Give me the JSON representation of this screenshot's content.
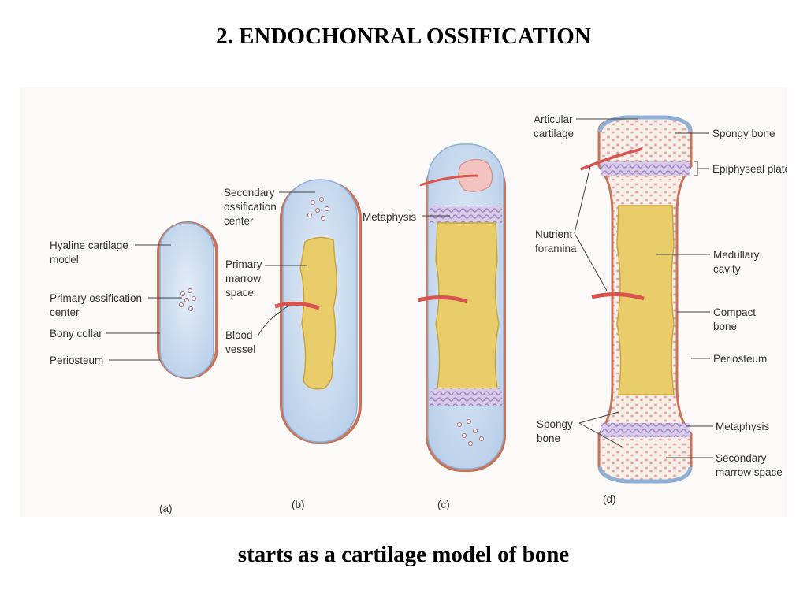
{
  "title": "2. ENDOCHONRAL OSSIFICATION",
  "caption": "starts as a cartilage model of bone",
  "colors": {
    "cartilage": "#c9daee",
    "cartilage_edge": "#8fb0d6",
    "periosteum": "#c9745a",
    "marrow": "#e8cd6a",
    "marrow_edge": "#c9a73d",
    "vessel": "#d9534f",
    "plate": "#b9a3d6",
    "spongy": "#e8b9b4"
  },
  "panels": {
    "a": {
      "label": "(a)",
      "hyaline_1": "Hyaline cartilage",
      "hyaline_2": "model",
      "primary_center_1": "Primary ossification",
      "primary_center_2": "center",
      "bony_collar": "Bony collar",
      "periosteum": "Periosteum"
    },
    "b": {
      "label": "(b)",
      "secondary_1": "Secondary",
      "secondary_2": "ossification",
      "secondary_3": "center",
      "marrow_1": "Primary",
      "marrow_2": "marrow",
      "marrow_3": "space",
      "vessel_1": "Blood",
      "vessel_2": "vessel"
    },
    "c": {
      "label": "(c)",
      "metaphysis": "Metaphysis"
    },
    "d": {
      "label": "(d)",
      "articular_1": "Articular",
      "articular_2": "cartilage",
      "spongy_top": "Spongy bone",
      "epiphyseal": "Epiphyseal plate",
      "nutrient_1": "Nutrient",
      "nutrient_2": "foramina",
      "medullary_1": "Medullary",
      "medullary_2": "cavity",
      "compact_1": "Compact",
      "compact_2": "bone",
      "periosteum": "Periosteum",
      "spongy_bot_1": "Spongy",
      "spongy_bot_2": "bone",
      "metaphysis": "Metaphysis",
      "secondary_marrow_1": "Secondary",
      "secondary_marrow_2": "marrow space"
    }
  }
}
